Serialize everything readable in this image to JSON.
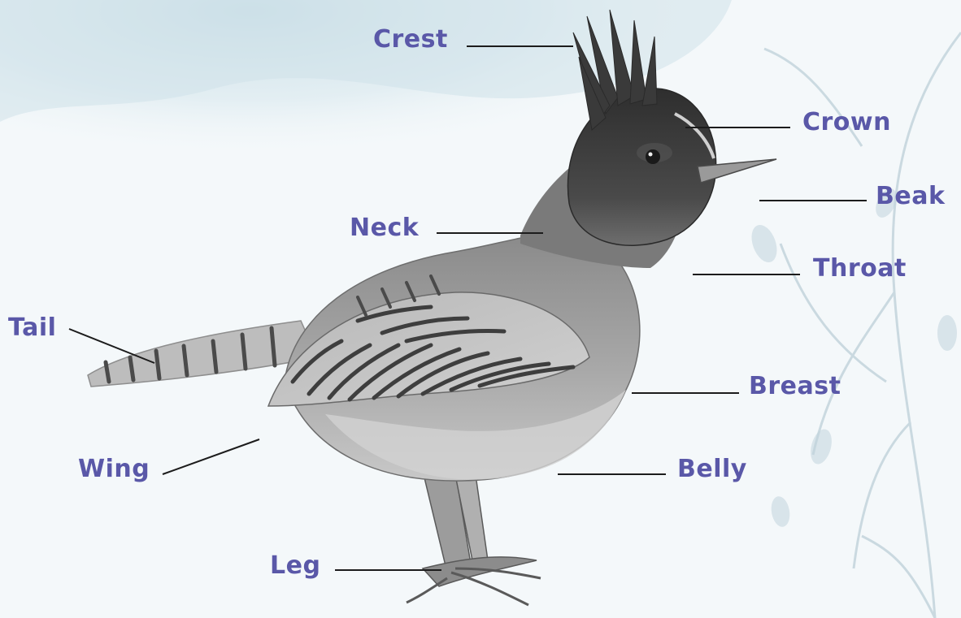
{
  "colors": {
    "label": "#5a58a8",
    "leader_line": "#1c1c1c",
    "background_light": "#f4f8fa",
    "background_wash": "#c9dde6",
    "bird_dark": "#3a3a3a",
    "bird_mid": "#8a8a8a",
    "bird_light": "#c4c4c4"
  },
  "labels": {
    "crest": "Crest",
    "crown": "Crown",
    "beak": "Beak",
    "neck": "Neck",
    "throat": "Throat",
    "tail": "Tail",
    "breast": "Breast",
    "wing": "Wing",
    "belly": "Belly",
    "leg": "Leg"
  }
}
